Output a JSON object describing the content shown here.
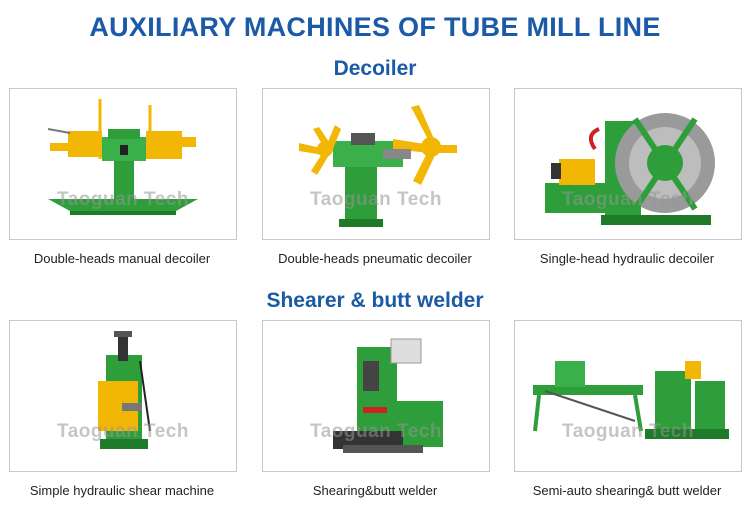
{
  "title": "AUXILIARY MACHINES OF TUBE MILL LINE",
  "watermark": "Taoguan Tech",
  "colors": {
    "heading": "#1a5aa6",
    "machine_green": "#2e9e3a",
    "machine_yellow": "#f2b705",
    "machine_dark": "#333333",
    "card_border": "#c9c9c9"
  },
  "sections": [
    {
      "title": "Decoiler",
      "items": [
        {
          "caption": "Double-heads manual decoiler",
          "image": "double-heads-manual-decoiler-photo"
        },
        {
          "caption": "Double-heads pneumatic decoiler",
          "image": "double-heads-pneumatic-decoiler-photo"
        },
        {
          "caption": "Single-head hydraulic decoiler",
          "image": "single-head-hydraulic-decoiler-photo"
        }
      ]
    },
    {
      "title": "Shearer & butt welder",
      "items": [
        {
          "caption": "Simple hydraulic shear machine",
          "image": "simple-hydraulic-shear-machine-photo"
        },
        {
          "caption": "Shearing&butt welder",
          "image": "shearing-butt-welder-photo"
        },
        {
          "caption": "Semi-auto shearing& butt welder",
          "image": "semi-auto-shearing-butt-welder-photo"
        }
      ]
    }
  ]
}
